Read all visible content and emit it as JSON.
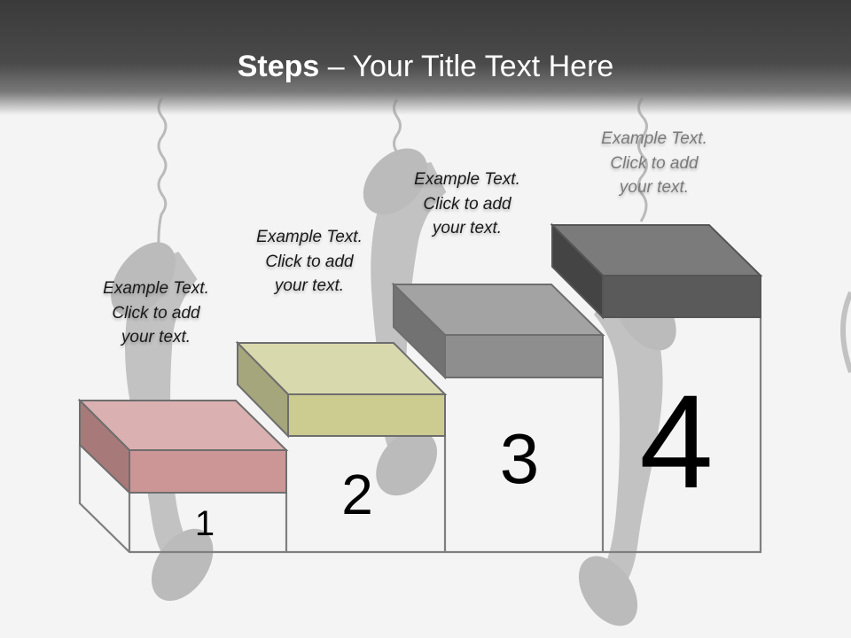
{
  "slide": {
    "title_bold": "Steps",
    "title_rest": " – Your Title Text Here"
  },
  "steps": [
    {
      "number": "1",
      "text": "Example Text.\nClick  to add\nyour text.",
      "color_top": "#dbb0b0",
      "color_front": "#cc9696",
      "color_side": "#a87979"
    },
    {
      "number": "2",
      "text": "Example Text.\nClick  to add\nyour text.",
      "color_top": "#d9d9ae",
      "color_front": "#cccb90",
      "color_side": "#a5a67b"
    },
    {
      "number": "3",
      "text": "Example Text.\nClick  to add\nyour text.",
      "color_top": "#a3a3a3",
      "color_front": "#8e8e8e",
      "color_side": "#727272"
    },
    {
      "number": "4",
      "text": "Example Text.\nClick  to add\nyour text.",
      "color_top": "#7b7b7b",
      "color_front": "#5a5a5a",
      "color_side": "#444444"
    }
  ]
}
